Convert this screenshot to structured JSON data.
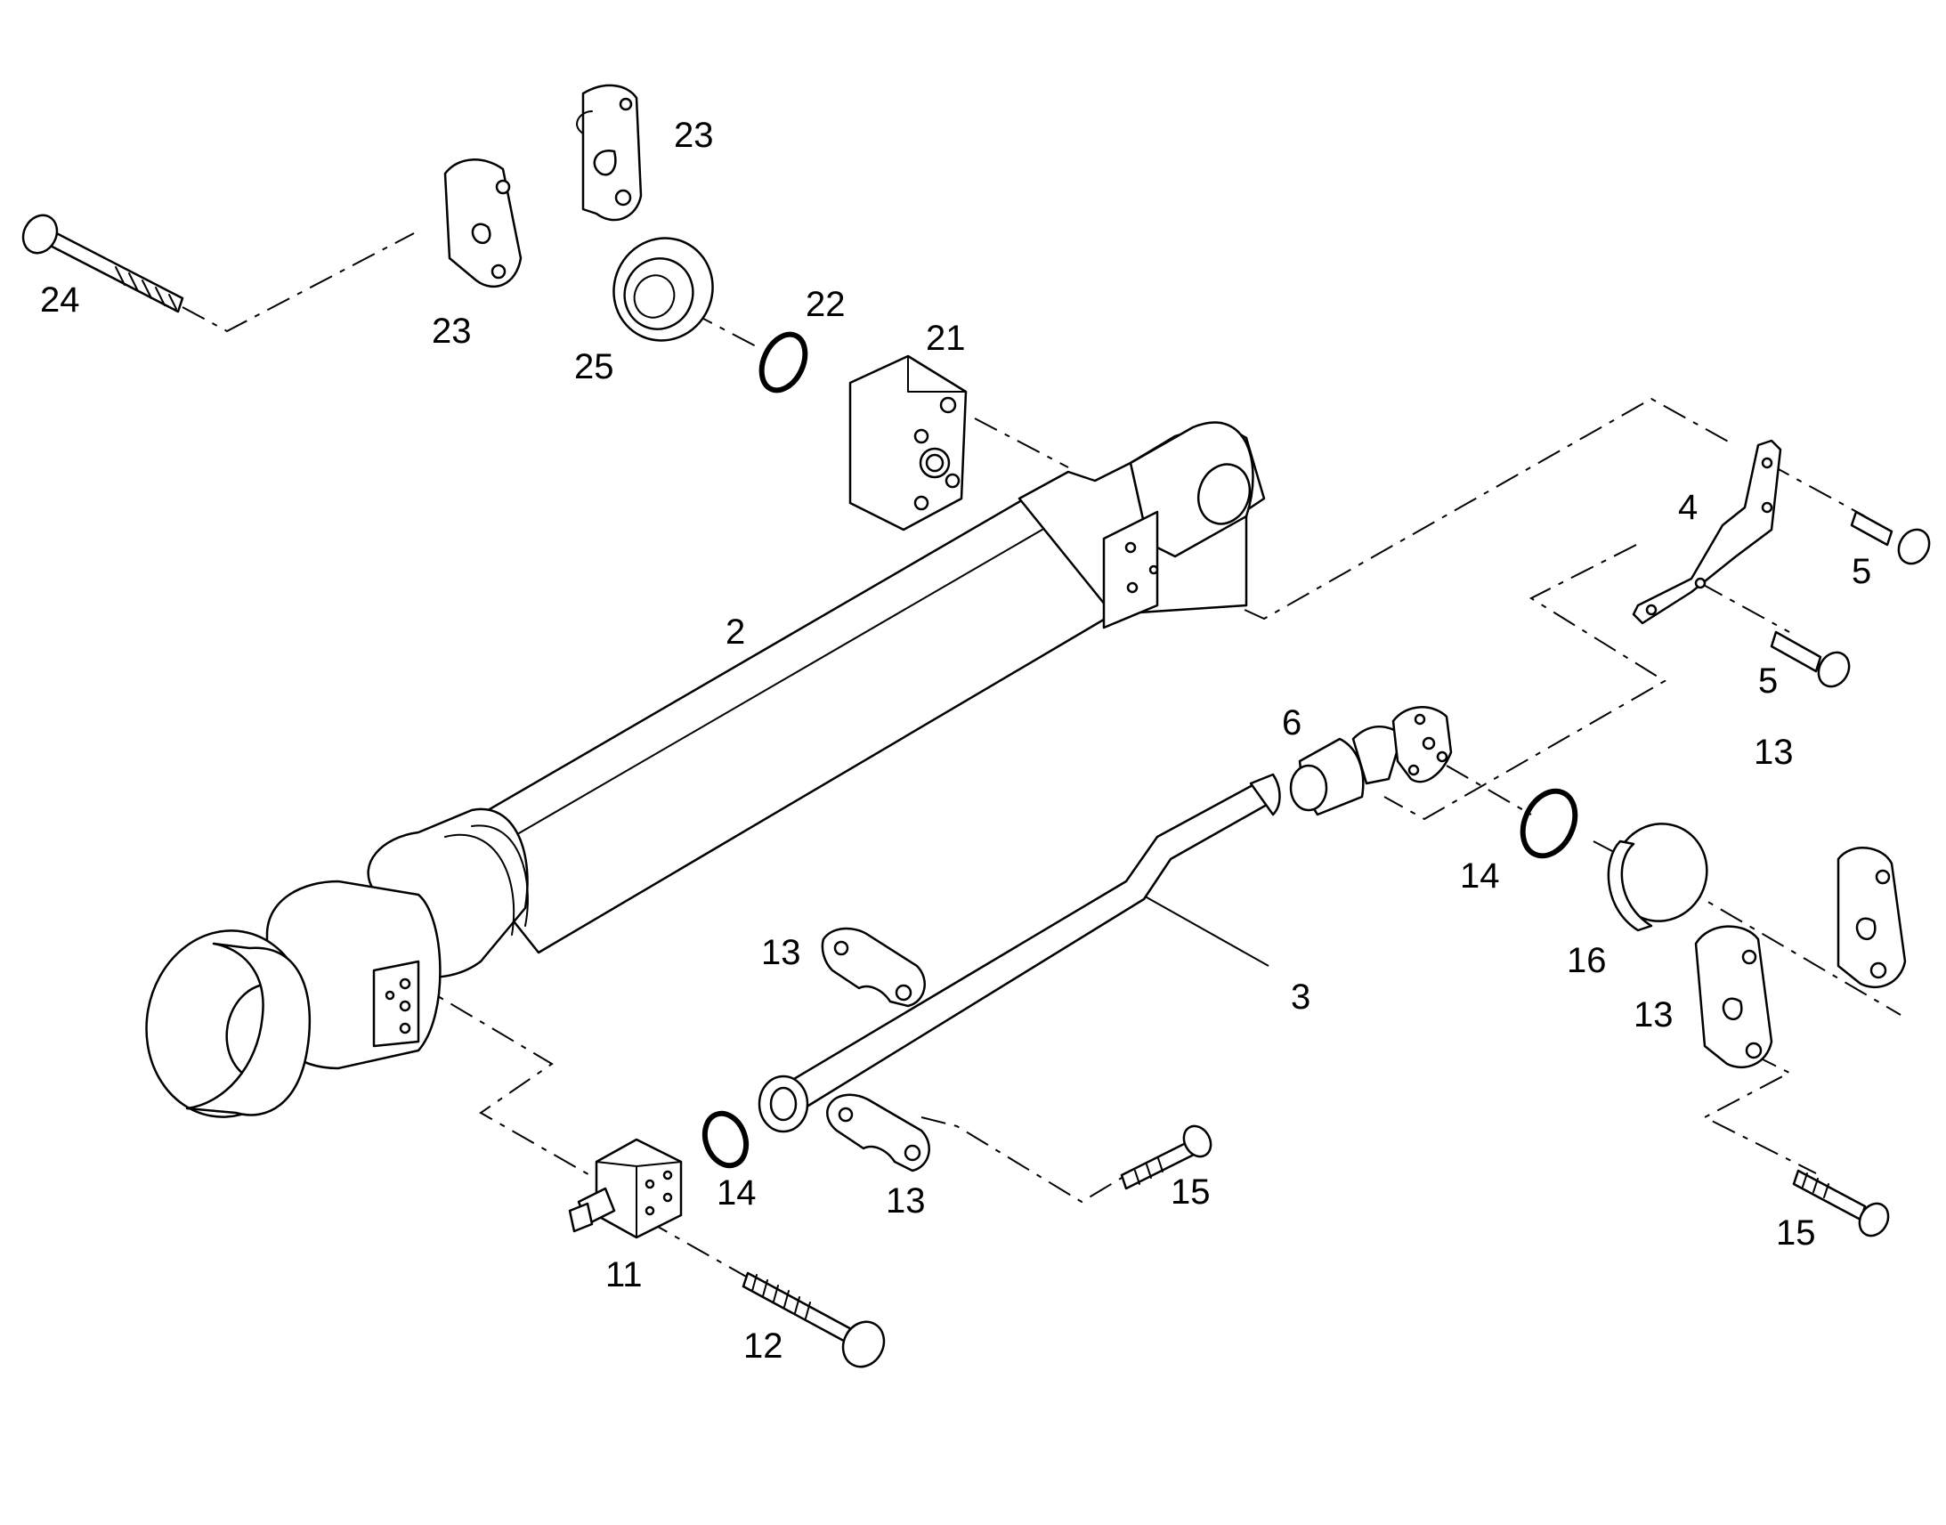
{
  "callouts": {
    "c2": "2",
    "c3": "3",
    "c4": "4",
    "c5a": "5",
    "c5b": "5",
    "c6": "6",
    "c11": "11",
    "c12": "12",
    "c13a": "13",
    "c13b": "13",
    "c13c": "13",
    "c13d": "13",
    "c14a": "14",
    "c14b": "14",
    "c15a": "15",
    "c15b": "15",
    "c16": "16",
    "c21": "21",
    "c22": "22",
    "c23a": "23",
    "c23b": "23",
    "c24": "24",
    "c25": "25"
  },
  "style": {
    "line_color": "#000000",
    "background": "#ffffff"
  }
}
